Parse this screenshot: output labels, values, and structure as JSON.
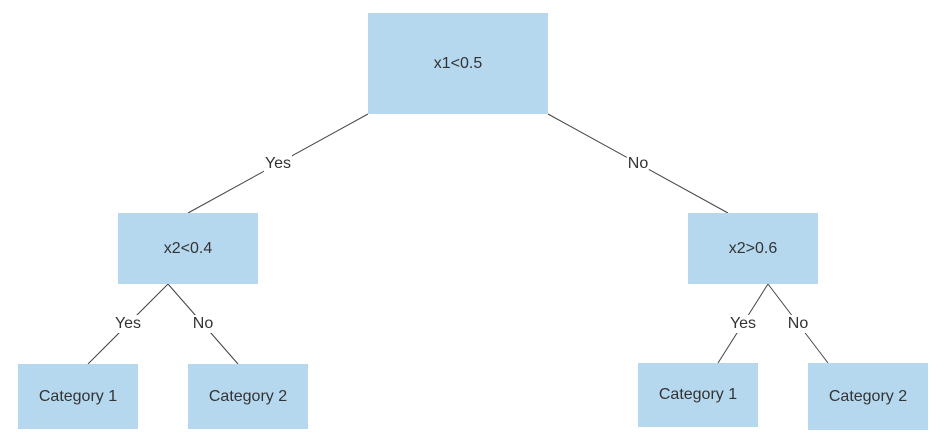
{
  "colors": {
    "node_fill": "#b5d8ef",
    "edge_stroke": "#444444",
    "text": "#333333",
    "background": "#ffffff"
  },
  "nodes": {
    "root": {
      "label": "x1<0.5"
    },
    "left": {
      "label": "x2<0.4"
    },
    "right": {
      "label": "x2>0.6"
    },
    "left_yes_leaf": {
      "label": "Category 1"
    },
    "left_no_leaf": {
      "label": "Category 2"
    },
    "right_yes_leaf": {
      "label": "Category 1"
    },
    "right_no_leaf": {
      "label": "Category 2"
    }
  },
  "edges": {
    "root_left": {
      "label": "Yes"
    },
    "root_right": {
      "label": "No"
    },
    "left_yes": {
      "label": "Yes"
    },
    "left_no": {
      "label": "No"
    },
    "right_yes": {
      "label": "Yes"
    },
    "right_no": {
      "label": "No"
    }
  }
}
